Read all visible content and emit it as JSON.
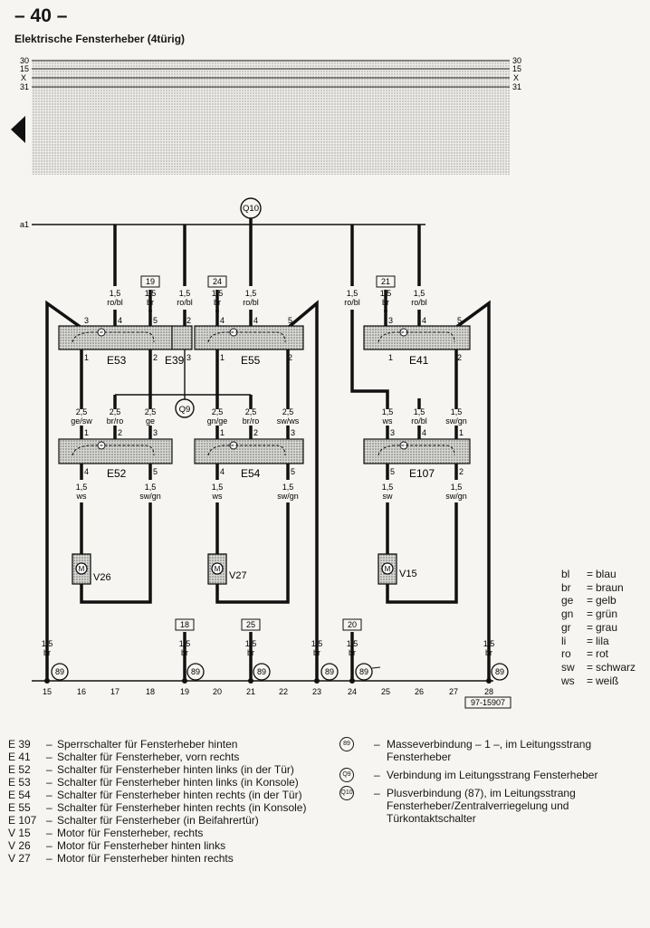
{
  "page": {
    "number": "– 40 –",
    "title": "Elektrische Fensterheber (4türig)"
  },
  "bus": {
    "left_labels": [
      "30",
      "15",
      "X",
      "31"
    ],
    "right_labels": [
      "30",
      "15",
      "X",
      "31"
    ],
    "a1_label": "a1"
  },
  "connectors": {
    "Q10": "Q10",
    "Q9": "Q9",
    "ground": "89"
  },
  "components": {
    "E53": "E53",
    "E39": "E39",
    "E55": "E55",
    "E41": "E41",
    "E52": "E52",
    "E54": "E54",
    "E107": "E107",
    "V26": "V26",
    "V27": "V27",
    "V15": "V15"
  },
  "terminal_boxes": {
    "t19": "19",
    "t24": "24",
    "t21": "21",
    "t18": "18",
    "t25": "25",
    "t20": "20"
  },
  "pins": [
    "1",
    "2",
    "3",
    "4",
    "5"
  ],
  "wires": {
    "w15_robl": [
      "1,5",
      "ro/bl"
    ],
    "w15_br": [
      "1,5",
      "br"
    ],
    "w25_gesw": [
      "2,5",
      "ge/sw"
    ],
    "w25_brro": [
      "2,5",
      "br/ro"
    ],
    "w25_ge": [
      "2,5",
      "ge"
    ],
    "w25_gnge": [
      "2,5",
      "gn/ge"
    ],
    "w25_swws": [
      "2,5",
      "sw/ws"
    ],
    "w15_ws": [
      "1,5",
      "ws"
    ],
    "w15_swgn": [
      "1,5",
      "sw/gn"
    ],
    "w15_sw": [
      "1,5",
      "sw"
    ]
  },
  "ground_numbers": [
    "15",
    "16",
    "17",
    "18",
    "19",
    "20",
    "21",
    "22",
    "23",
    "24",
    "25",
    "26",
    "27",
    "28"
  ],
  "diagram_code": "97-15907",
  "legend": [
    {
      "abbr": "bl",
      "name": "blau"
    },
    {
      "abbr": "br",
      "name": "braun"
    },
    {
      "abbr": "ge",
      "name": "gelb"
    },
    {
      "abbr": "gn",
      "name": "grün"
    },
    {
      "abbr": "gr",
      "name": "grau"
    },
    {
      "abbr": "li",
      "name": "lila"
    },
    {
      "abbr": "ro",
      "name": "rot"
    },
    {
      "abbr": "sw",
      "name": "schwarz"
    },
    {
      "abbr": "ws",
      "name": "weiß"
    }
  ],
  "parts": [
    {
      "code": "E 39",
      "desc": "Sperrschalter für Fensterheber hinten"
    },
    {
      "code": "E 41",
      "desc": "Schalter für Fensterheber, vorn rechts"
    },
    {
      "code": "E 52",
      "desc": "Schalter für Fensterheber hinten links (in der Tür)"
    },
    {
      "code": "E 53",
      "desc": "Schalter für Fensterheber hinten links (in Konsole)"
    },
    {
      "code": "E 54",
      "desc": "Schalter für Fensterheber hinten rechts (in der Tür)"
    },
    {
      "code": "E 55",
      "desc": "Schalter für Fensterheber hinten rechts (in Konsole)"
    },
    {
      "code": "E 107",
      "desc": "Schalter für Fensterheber (in Beifahrertür)"
    },
    {
      "code": "V 15",
      "desc": "Motor für Fensterheber, rechts"
    },
    {
      "code": "V 26",
      "desc": "Motor für Fensterheber hinten links"
    },
    {
      "code": "V 27",
      "desc": "Motor für Fensterheber hinten rechts"
    }
  ],
  "notes": [
    {
      "symbol": "89",
      "desc": "Masseverbindung – 1 –, im Leitungsstrang Fensterheber"
    },
    {
      "symbol": "Q9",
      "desc": "Verbindung im Leitungsstrang Fensterheber"
    },
    {
      "symbol": "Q10",
      "desc": "Plusverbindung (87), im Leitungsstrang Fensterheber/Zentralverriegelung und Türkontaktschalter"
    }
  ]
}
